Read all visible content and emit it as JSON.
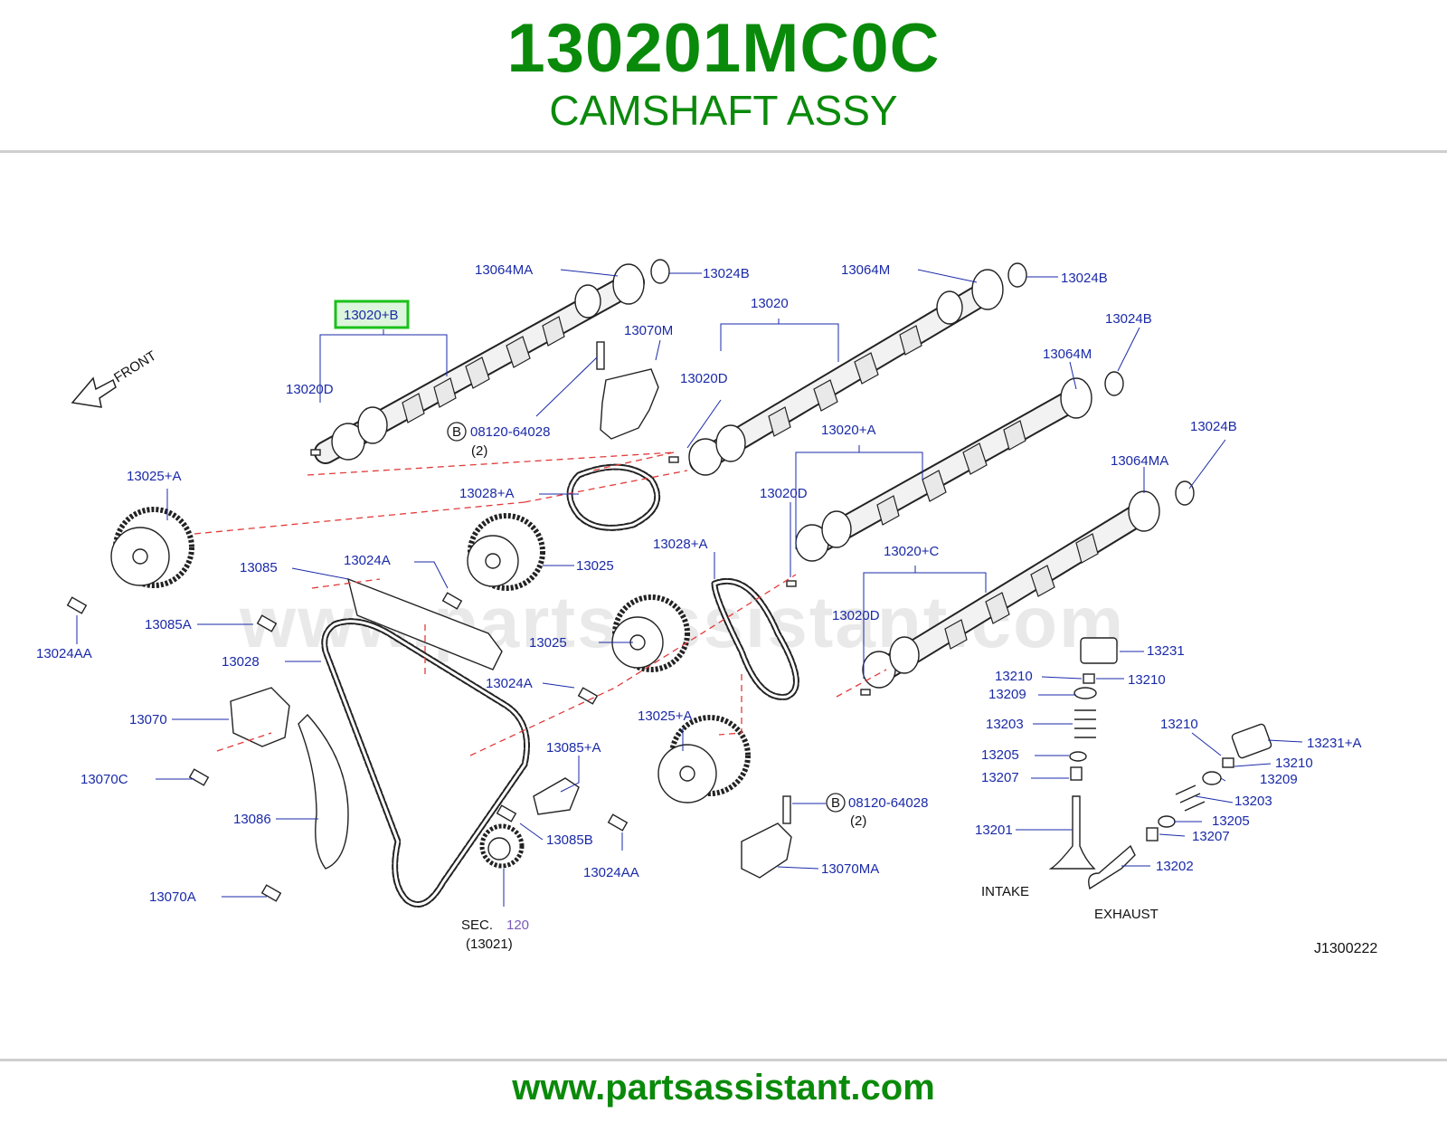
{
  "header": {
    "part_number": "130201MC0C",
    "part_name": "CAMSHAFT ASSY"
  },
  "footer": {
    "url": "www.partsassistant.com"
  },
  "diagram": {
    "watermark": "www.partsassistant.com",
    "front_label": "FRONT",
    "drawing_id": "J1300222",
    "highlighted_part": "13020+B",
    "highlight_color": "#19c219",
    "labels": {
      "p13064MA_top": "13064MA",
      "p13024B_1": "13024B",
      "p13064M_top": "13064M",
      "p13024B_2": "13024B",
      "p13020": "13020",
      "p13070M": "13070M",
      "p13020D_1": "13020D",
      "p13020D_2": "13020D",
      "p08120_1": "08120-64028",
      "qty_1": "(2)",
      "p13024B_3": "13024B",
      "p13064M_mid": "13064M",
      "p13020A": "13020+A",
      "p13024B_4": "13024B",
      "p13064MA_mid": "13064MA",
      "p13025A_1": "13025+A",
      "p13028A_1": "13028+A",
      "p13020D_3": "13020D",
      "p13085": "13085",
      "p13024A_1": "13024A",
      "p13025_1": "13025",
      "p13028A_2": "13028+A",
      "p13020C": "13020+C",
      "p13085A": "13085A",
      "p13024AA_1": "13024AA",
      "p13020D_4": "13020D",
      "p13025_2": "13025",
      "p13231": "13231",
      "p13028": "13028",
      "p13024A_2": "13024A",
      "p13210_1": "13210",
      "p13210_2": "13210",
      "p13209_1": "13209",
      "p13070": "13070",
      "p13025A_2": "13025+A",
      "p13203_1": "13203",
      "p13210_3": "13210",
      "p13231A": "13231+A",
      "p13085A2": "13085+A",
      "p13205_1": "13205",
      "p13210_4": "13210",
      "p13070C": "13070C",
      "p13207_1": "13207",
      "p13209_2": "13209",
      "p08120_2": "08120-64028",
      "qty_2": "(2)",
      "p13203_2": "13203",
      "p13086": "13086",
      "p13205_2": "13205",
      "p13201": "13201",
      "p13207_2": "13207",
      "p13085B": "13085B",
      "p13024AA_2": "13024AA",
      "p13070MA": "13070MA",
      "p13202": "13202",
      "p13070A": "13070A",
      "intake": "INTAKE",
      "exhaust": "EXHAUST",
      "sec": "SEC.",
      "sec_num": "120",
      "sec_ref": "(13021)",
      "b_mark_1": "B",
      "b_mark_2": "B"
    }
  }
}
